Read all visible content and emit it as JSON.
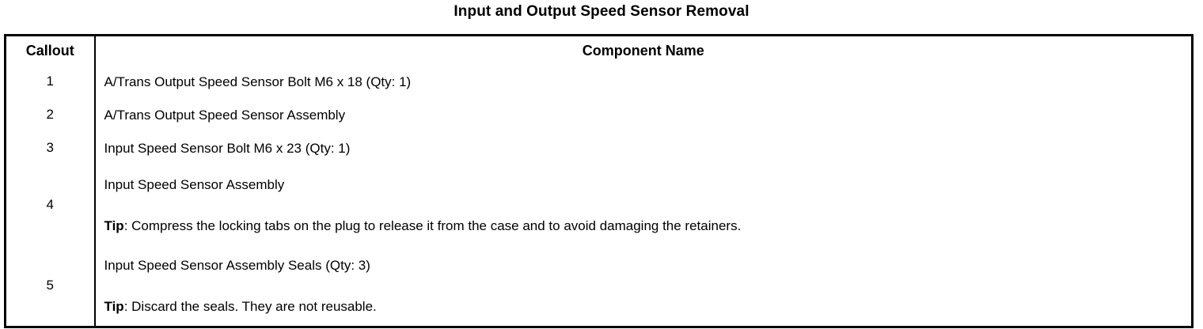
{
  "document": {
    "title": "Input and Output Speed Sensor Removal"
  },
  "table": {
    "headers": {
      "callout": "Callout",
      "component_name": "Component Name"
    },
    "rows": [
      {
        "callout": "1",
        "name": "A/Trans Output Speed Sensor Bolt M6 x 18 (Qty: 1)",
        "tip_label": "",
        "tip_text": ""
      },
      {
        "callout": "2",
        "name": "A/Trans Output Speed Sensor Assembly",
        "tip_label": "",
        "tip_text": ""
      },
      {
        "callout": "3",
        "name": "Input Speed Sensor Bolt M6 x 23 (Qty: 1)",
        "tip_label": "",
        "tip_text": ""
      },
      {
        "callout": "4",
        "name": "Input Speed Sensor Assembly",
        "tip_label": "Tip",
        "tip_text": ": Compress the locking tabs on the plug to release it from the case and to avoid damaging the retainers."
      },
      {
        "callout": "5",
        "name": "Input Speed Sensor Assembly Seals (Qty: 3)",
        "tip_label": "Tip",
        "tip_text": ": Discard the seals. They are not reusable."
      }
    ]
  },
  "colors": {
    "background": "#ffffff",
    "text": "#000000",
    "border": "#000000"
  }
}
